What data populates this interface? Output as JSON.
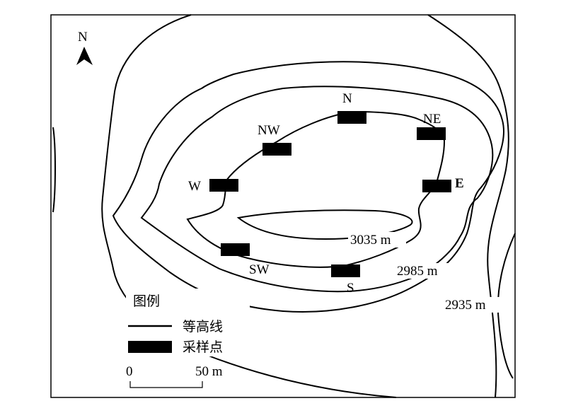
{
  "north_arrow": {
    "label": "N"
  },
  "contours": [
    {
      "id": "inner",
      "elevation_label": "3035 m"
    },
    {
      "id": "middle",
      "elevation_label": "2985 m"
    },
    {
      "id": "outer",
      "elevation_label": "2935 m"
    }
  ],
  "sampling_points": [
    {
      "id": "N",
      "label": "N"
    },
    {
      "id": "NE",
      "label": "NE"
    },
    {
      "id": "E",
      "label": "E"
    },
    {
      "id": "S",
      "label": "S"
    },
    {
      "id": "SW",
      "label": "SW"
    },
    {
      "id": "W",
      "label": "W"
    },
    {
      "id": "NW",
      "label": "NW"
    }
  ],
  "legend": {
    "title": "图例",
    "contour_label": "等高线",
    "sample_label": "采样点"
  },
  "scale_bar": {
    "start_label": "0",
    "end_label": "50 m"
  },
  "colors": {
    "line": "#000000",
    "background": "#ffffff"
  }
}
